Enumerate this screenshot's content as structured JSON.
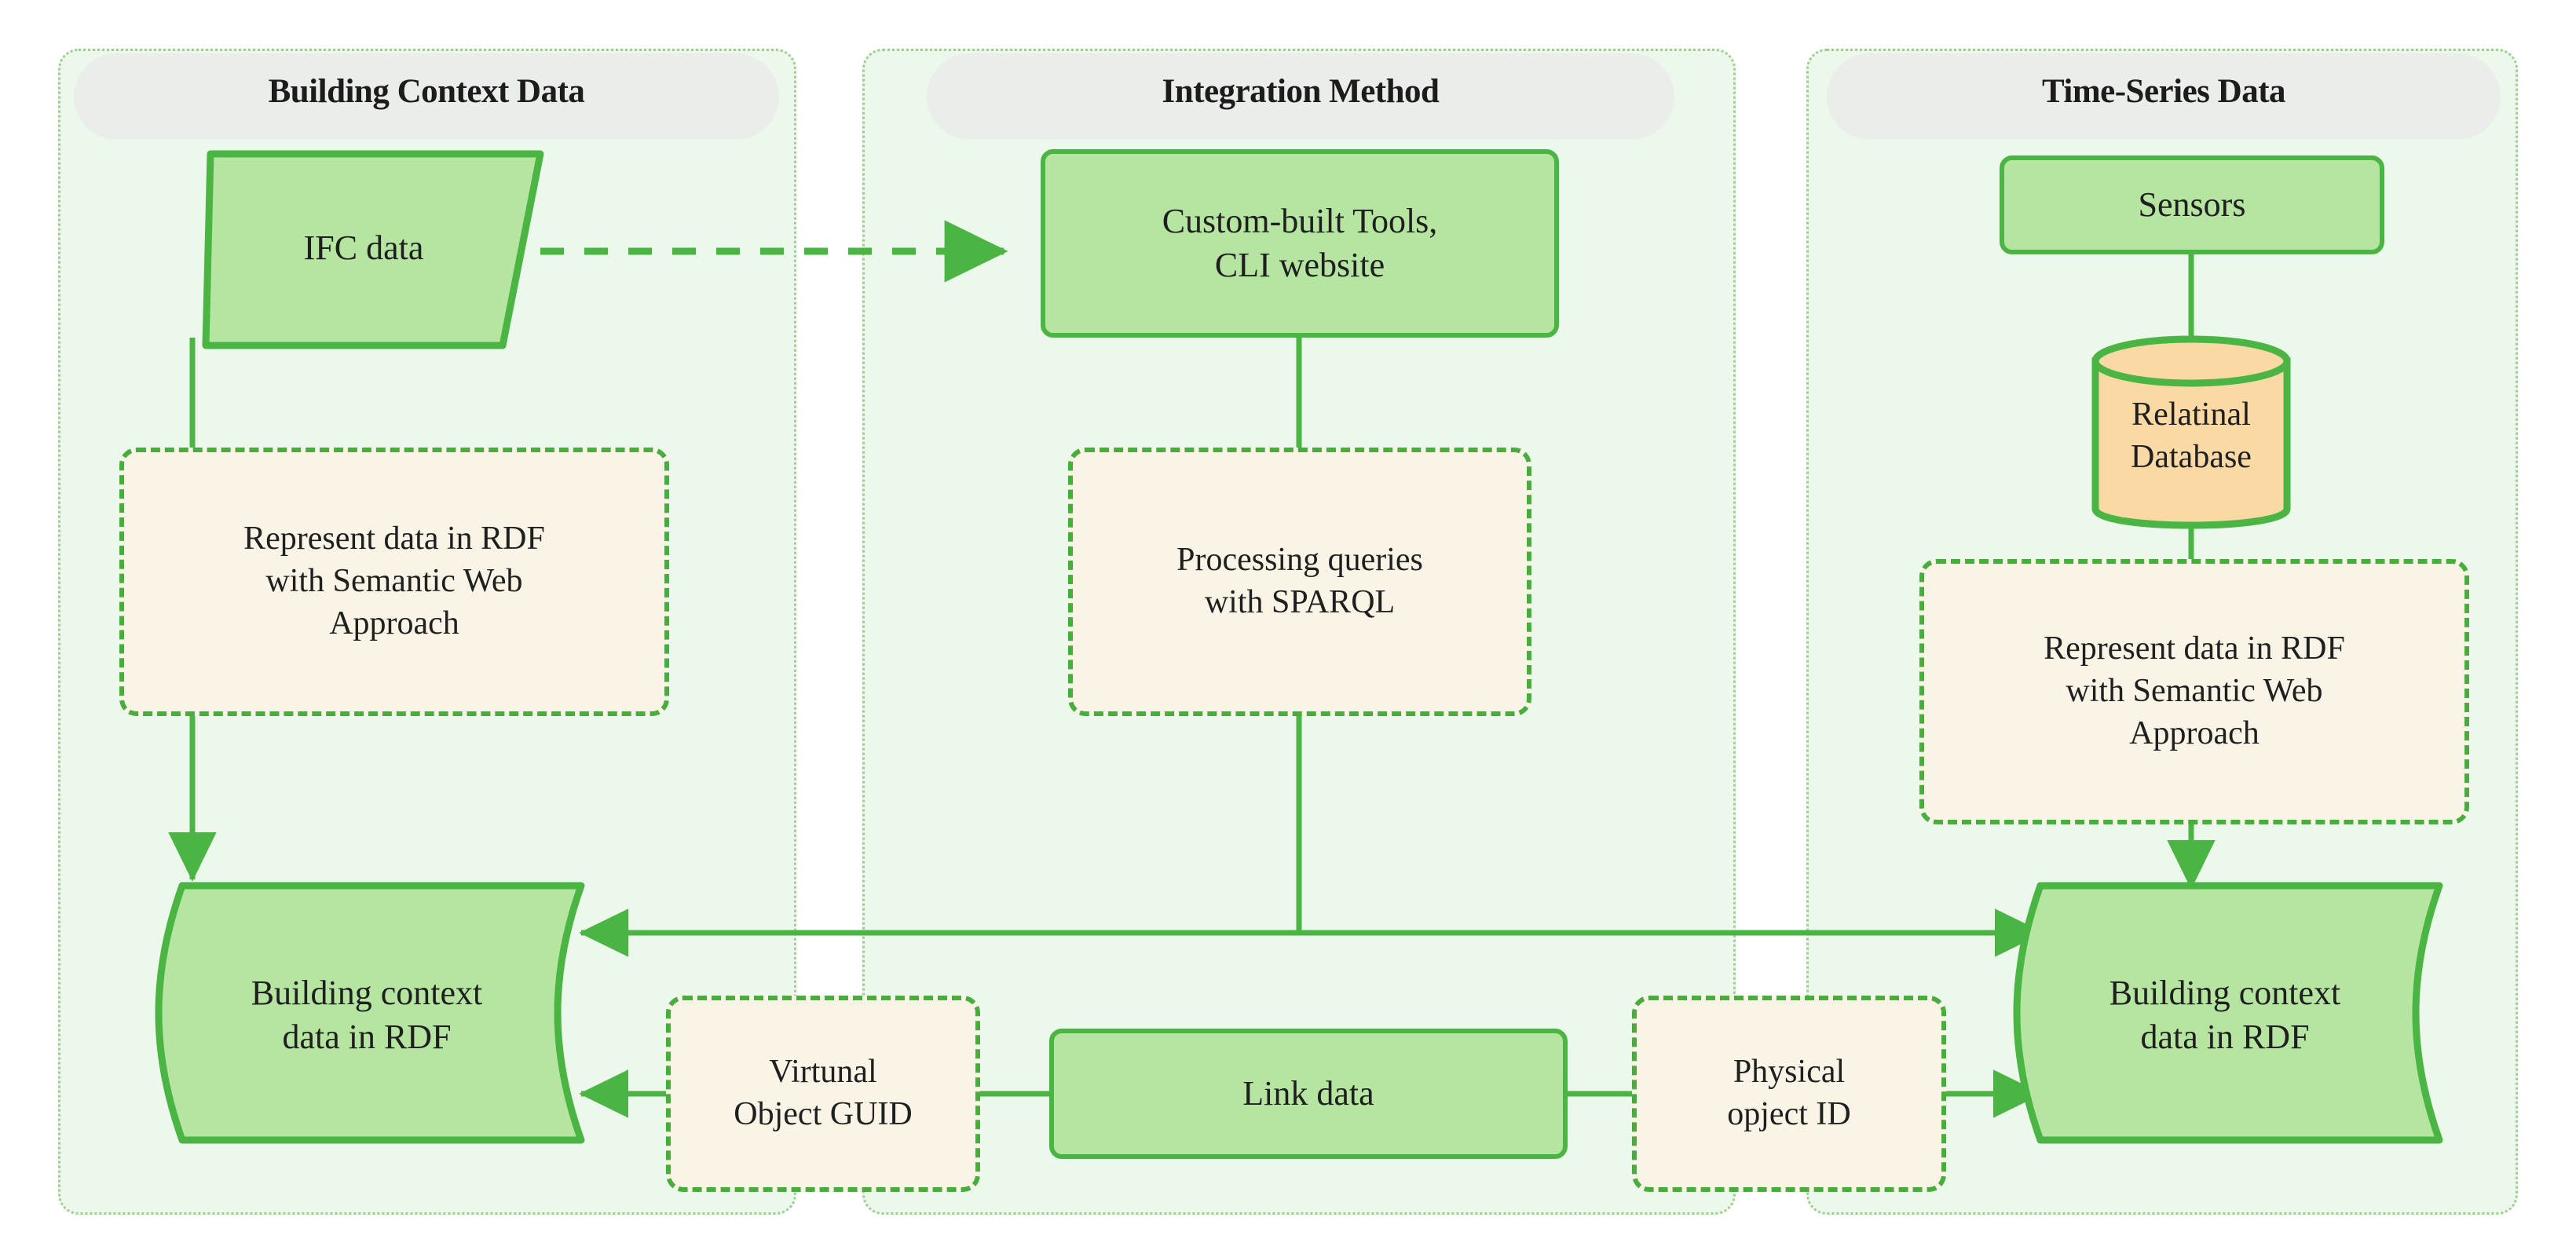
{
  "diagram": {
    "title_bar_color": "#e9ebe9",
    "lane_fill": "#edf8ec",
    "lane_border": "#9ccf8e",
    "node_green_fill": "#b5e5a0",
    "node_green_border": "#4bb543",
    "node_beige_fill": "#faf4e6",
    "node_beige_border": "#49ad3e",
    "cylinder_fill": "#fbd9a5",
    "connector_color": "#4bb543"
  },
  "lanes": [
    {
      "id": "building-context-data",
      "title": "Building Context Data"
    },
    {
      "id": "integration-method",
      "title": "Integration Method"
    },
    {
      "id": "time-series-data",
      "title": "Time-Series Data"
    }
  ],
  "nodes": {
    "ifc_data": {
      "label": "IFC data",
      "shape": "parallelogram",
      "style": "solid-green"
    },
    "represent_left": {
      "label": "Represent data in RDF\nwith Semantic Web\nApproach",
      "shape": "rounded-rect",
      "style": "dashed-beige"
    },
    "building_context_left": {
      "label": "Building context\ndata in RDF",
      "shape": "document",
      "style": "solid-green"
    },
    "custom_tools": {
      "label": "Custom-built Tools,\nCLI website",
      "shape": "rounded-rect",
      "style": "solid-green"
    },
    "processing_queries": {
      "label": "Processing queries\nwith SPARQL",
      "shape": "rounded-rect",
      "style": "dashed-beige"
    },
    "virtual_object_guid": {
      "label": "Virtunal\nObject GUID",
      "shape": "rounded-rect",
      "style": "dashed-beige"
    },
    "link_data": {
      "label": "Link data",
      "shape": "rounded-rect",
      "style": "solid-green"
    },
    "physical_object_id": {
      "label": "Physical\nopject ID",
      "shape": "rounded-rect",
      "style": "dashed-beige"
    },
    "sensors": {
      "label": "Sensors",
      "shape": "rounded-rect",
      "style": "solid-green"
    },
    "relational_database": {
      "label": "Relatinal\nDatabase",
      "shape": "cylinder",
      "style": "cylinder-orange"
    },
    "represent_right": {
      "label": "Represent data in RDF\nwith Semantic Web\nApproach",
      "shape": "rounded-rect",
      "style": "dashed-beige"
    },
    "building_context_right": {
      "label": "Building context\ndata in RDF",
      "shape": "document",
      "style": "solid-green"
    }
  },
  "connectors": [
    {
      "id": "ifc-to-tools",
      "from": "ifc_data",
      "to": "custom_tools",
      "style": "dashed",
      "arrows": "both"
    },
    {
      "id": "ifc-to-represent-left",
      "from": "ifc_data",
      "to": "represent_left",
      "style": "solid",
      "arrows": "none"
    },
    {
      "id": "represent-left-to-doc-left",
      "from": "represent_left",
      "to": "building_context_left",
      "style": "solid",
      "arrows": "end"
    },
    {
      "id": "tools-to-sparql",
      "from": "custom_tools",
      "to": "processing_queries",
      "style": "solid",
      "arrows": "none"
    },
    {
      "id": "sparql-to-bus",
      "from": "processing_queries",
      "to": "bus",
      "style": "solid",
      "arrows": "none"
    },
    {
      "id": "bus-both-docs",
      "from": "building_context_left",
      "to": "building_context_right",
      "style": "solid",
      "arrows": "both"
    },
    {
      "id": "guid-to-doc-left",
      "from": "virtual_object_guid",
      "to": "building_context_left",
      "style": "solid",
      "arrows": "end"
    },
    {
      "id": "guid-to-link",
      "from": "virtual_object_guid",
      "to": "link_data",
      "style": "solid",
      "arrows": "none"
    },
    {
      "id": "link-to-physical",
      "from": "link_data",
      "to": "physical_object_id",
      "style": "solid",
      "arrows": "none"
    },
    {
      "id": "physical-to-doc-right",
      "from": "physical_object_id",
      "to": "building_context_right",
      "style": "solid",
      "arrows": "end"
    },
    {
      "id": "sensors-to-db",
      "from": "sensors",
      "to": "relational_database",
      "style": "solid",
      "arrows": "none"
    },
    {
      "id": "db-to-represent-right",
      "from": "relational_database",
      "to": "represent_right",
      "style": "solid",
      "arrows": "none"
    },
    {
      "id": "represent-right-to-doc-right",
      "from": "represent_right",
      "to": "building_context_right",
      "style": "solid",
      "arrows": "end"
    }
  ]
}
